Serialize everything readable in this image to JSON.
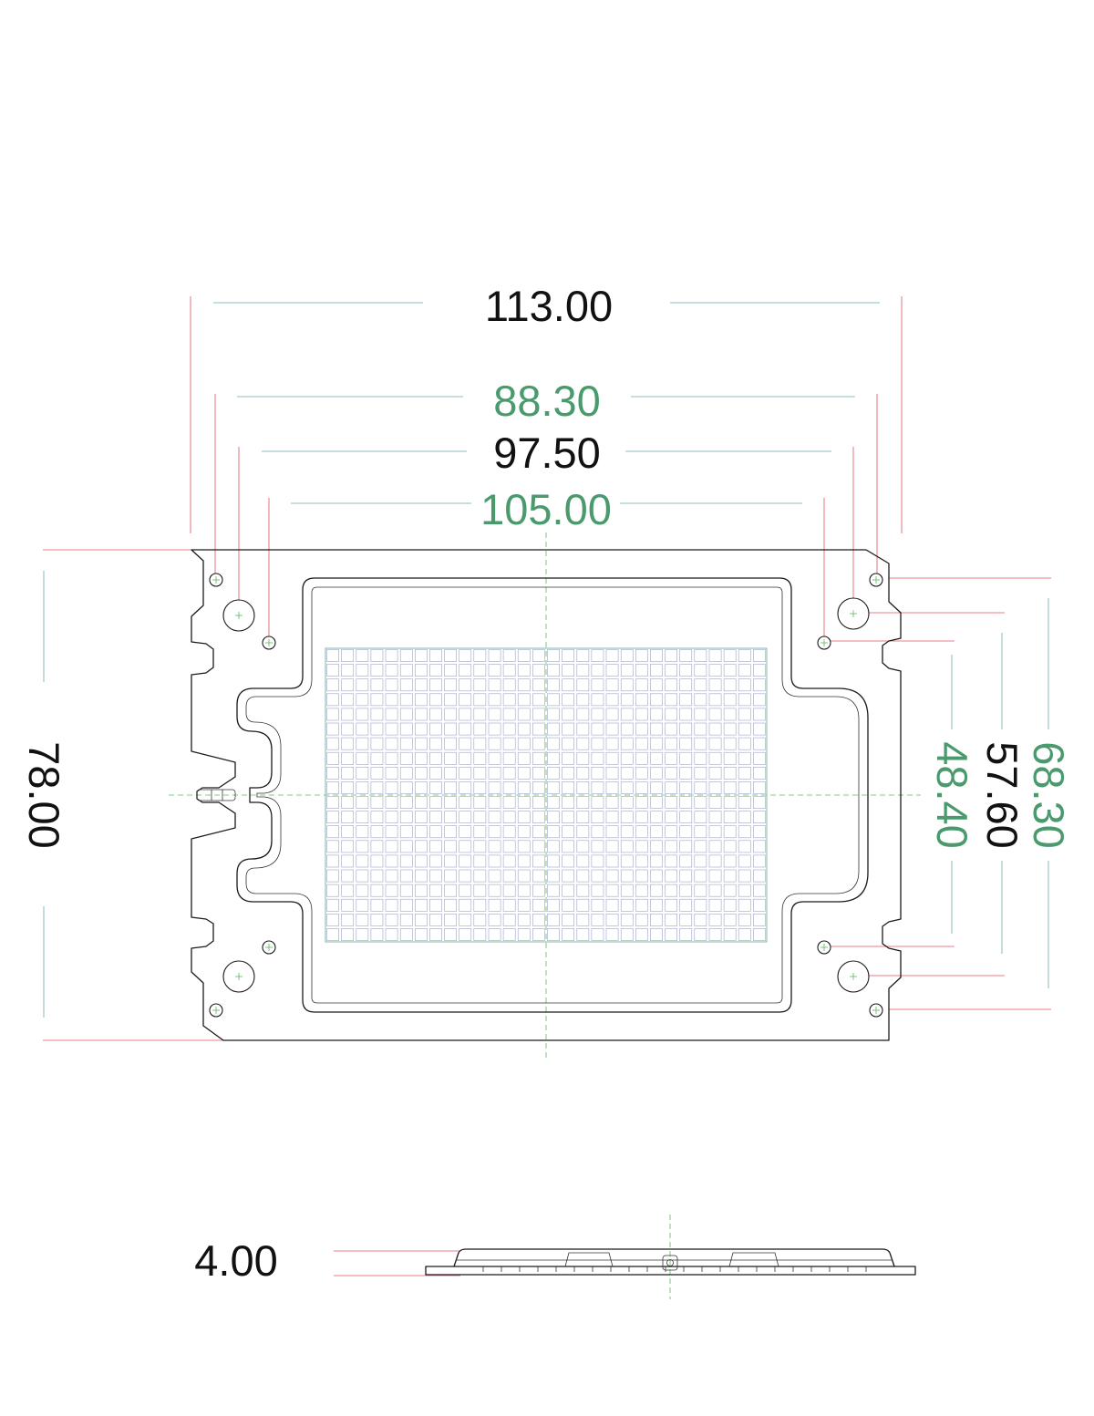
{
  "colors": {
    "black_dim": "#111111",
    "green_dim": "#4a9a6e",
    "extension_line": "#e05060",
    "dimension_line": "#6aa8a8",
    "center_line": "#5cb85c",
    "grid_line": "#9aa6c8"
  },
  "dimensions": {
    "overall_width": "113.00",
    "hole_span_green_top": "88.30",
    "hole_span_black_top": "97.50",
    "hole_span_green_outer": "105.00",
    "overall_height": "78.00",
    "vertical_green_inner": "48.40",
    "vertical_black": "57.60",
    "vertical_green_outer": "68.30",
    "thickness": "4.00"
  }
}
